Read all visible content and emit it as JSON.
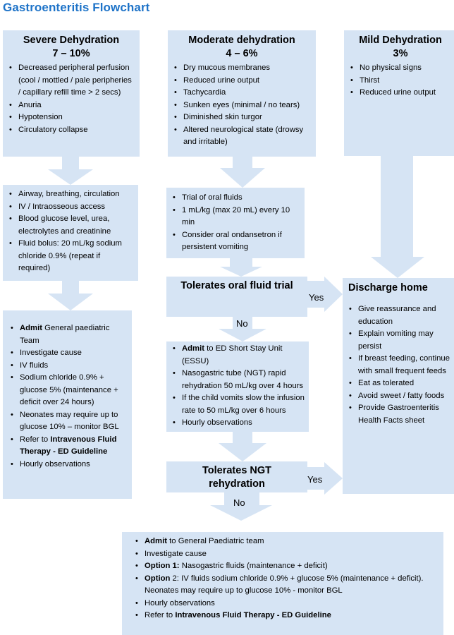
{
  "title": "Gastroenteritis Flowchart",
  "severe": {
    "heading": "Severe Dehydration",
    "range": "7 – 10%",
    "signs": [
      "Decreased peripheral perfusion (cool / mottled / pale peripheries / capillary refill time > 2 secs)",
      "Anuria",
      "Hypotension",
      "Circulatory collapse"
    ],
    "resus": [
      "Airway, breathing, circulation",
      "IV / Intraosseous access",
      "Blood glucose level, urea, electrolytes and creatinine",
      "Fluid bolus: 20 mL/kg sodium chloride 0.9% (repeat if required)"
    ],
    "admit": {
      "item1_bold": "Admit",
      "item1_rest": " General paediatric Team",
      "item2": "Investigate cause",
      "item3": "IV fluids",
      "item4": "Sodium chloride 0.9% + glucose 5% (maintenance + deficit over 24 hours)",
      "item5": "Neonates may require up to glucose 10% – monitor BGL",
      "item6_pre": "Refer to ",
      "item6_bold": "Intravenous Fluid Therapy - ED Guideline",
      "item7": "Hourly observations"
    }
  },
  "moderate": {
    "heading": "Moderate dehydration",
    "range": "4 – 6%",
    "signs": [
      "Dry mucous membranes",
      "Reduced urine output",
      "Tachycardia",
      "Sunken eyes (minimal / no tears)",
      "Diminished skin turgor",
      "Altered neurological state (drowsy and irritable)"
    ],
    "oral": [
      "Trial of oral fluids",
      "1 mL/kg (max 20 mL) every 10 min",
      "Consider oral ondansetron if persistent vomiting"
    ],
    "decision1": "Tolerates oral fluid trial",
    "decision1_yes": "Yes",
    "decision1_no": "No",
    "essu": {
      "item1_bold": "Admit",
      "item1_rest": " to ED Short Stay Unit (ESSU)",
      "item2": "Nasogastric tube (NGT) rapid rehydration 50 mL/kg over 4 hours",
      "item3": "If the child vomits slow the infusion rate to 50 mL/kg over 6 hours",
      "item4": "Hourly observations"
    },
    "decision2": "Tolerates NGT rehydration",
    "decision2_yes": "Yes",
    "decision2_no": "No"
  },
  "mild": {
    "heading": "Mild Dehydration",
    "range": "3%",
    "signs": [
      "No physical signs",
      "Thirst",
      "Reduced urine output"
    ]
  },
  "discharge": {
    "heading": "Discharge home",
    "items": [
      "Give reassurance and education",
      "Explain vomiting may persist",
      "If breast feeding, continue with small frequent feeds",
      "Eat as tolerated",
      "Avoid sweet / fatty foods",
      "Provide Gastroenteritis Health Facts sheet"
    ]
  },
  "final": {
    "item1_bold": "Admit",
    "item1_rest": " to General Paediatric team",
    "item2": "Investigate cause",
    "item3_bold": "Option 1:",
    "item3_rest": " Nasogastric fluids (maintenance + deficit)",
    "item4_bold": "Option",
    "item4_rest": " 2: IV fluids sodium chloride 0.9% + glucose 5% (maintenance + deficit). Neonates may require up to glucose 10% - monitor BGL",
    "item5": "Hourly observations",
    "item6_pre": "Refer to ",
    "item6_bold": "Intravenous Fluid Therapy - ED Guideline"
  }
}
